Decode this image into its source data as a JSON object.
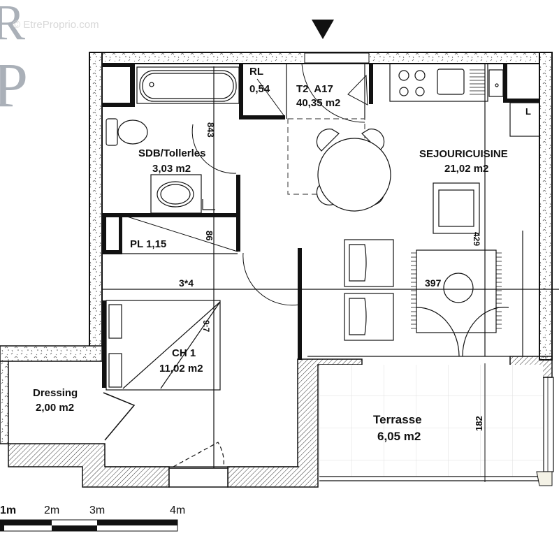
{
  "watermark": {
    "text": "© EtreProprio.com",
    "logo_letters": [
      "R",
      "P"
    ]
  },
  "orientation": {
    "icon": "entry-arrow-down-icon"
  },
  "apartment": {
    "type": "T2",
    "lot": "A17",
    "title": "T2  A17",
    "total_area": "40,35 m2"
  },
  "rooms": [
    {
      "id": "rl",
      "name": "RL",
      "area": "0,54"
    },
    {
      "id": "sdb",
      "name": "SDB/Tollerles",
      "area": "3,03 m2"
    },
    {
      "id": "sejour",
      "name": "SEJOURICUISINE",
      "area": "21,02 m2"
    },
    {
      "id": "pl",
      "name": "PL 1,15",
      "area": ""
    },
    {
      "id": "ch1",
      "name": "CH 1",
      "area": "11,02 m2"
    },
    {
      "id": "dressing",
      "name": "Dressing",
      "area": "2,00 m2"
    },
    {
      "id": "terrasse",
      "name": "Terrasse",
      "area": "6,05 m2"
    }
  ],
  "dimensions": {
    "sdb_height": "843",
    "pl_height": "86",
    "ch1_width": "3*4",
    "ch1_height": "9:7",
    "sejour_height": "429",
    "sejour_width": "397",
    "terrasse_depth": "182"
  },
  "fixtures": {
    "laundry_label": "L"
  },
  "scale_bar": {
    "labels": [
      "1m",
      "2m",
      "3m",
      "4m"
    ]
  }
}
